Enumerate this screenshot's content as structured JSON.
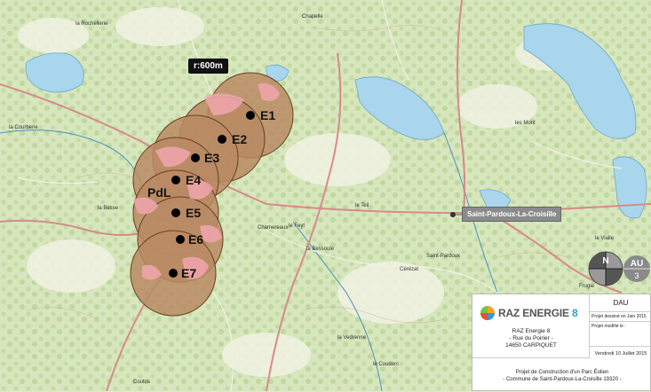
{
  "radius_label": "r:600m",
  "turbines": [
    {
      "id": "E1",
      "label": "E1"
    },
    {
      "id": "E2",
      "label": "E2"
    },
    {
      "id": "E3",
      "label": "E3"
    },
    {
      "id": "E4",
      "label": "E4"
    },
    {
      "id": "E5",
      "label": "E5"
    },
    {
      "id": "E6",
      "label": "E6"
    },
    {
      "id": "E7",
      "label": "E7"
    }
  ],
  "delivery_point_label": "PdL",
  "town_label": "Saint-Pardoux-La-Croisille",
  "compass": {
    "letter": "N"
  },
  "sheet_badge": {
    "code": "AU",
    "number": "3"
  },
  "titleblock": {
    "company_line1": "RAZ ENERGIE",
    "company_number": "8",
    "address_line1": "RAZ Energie 8",
    "address_line2": "- Rue du Poirier -",
    "address_line3": "14650 CARPIQUET",
    "document_type": "DAU",
    "drawn": "Projet dessiné en Juin 2015",
    "modified": "Projet modifié le :",
    "date": "Vendredi 10 Juillet 2015",
    "project_line1": "Projet de Construction d'un Parc Éolien",
    "project_line2": "- Commune de Saint-Pardoux-La-Croisille 19320 -"
  },
  "place_names": [
    "la Rochellerie",
    "la Besse",
    "le Teil",
    "le Feyt",
    "la Bessoule",
    "Chamereaux",
    "Saint-Pardoux",
    "le Vialle",
    "Frugie",
    "Cérézat",
    "les Mont",
    "Coutus",
    "la Courberie",
    "la Vedrenne",
    "le Couderc",
    "Chapelle"
  ],
  "colors": {
    "buffer_fill": "#b98a64",
    "buffer_stroke": "#6b3f22",
    "clearing": "#f2a6ae",
    "water": "#a9d6ec",
    "road": "#d88a8a",
    "forest": "#b9d79a"
  }
}
